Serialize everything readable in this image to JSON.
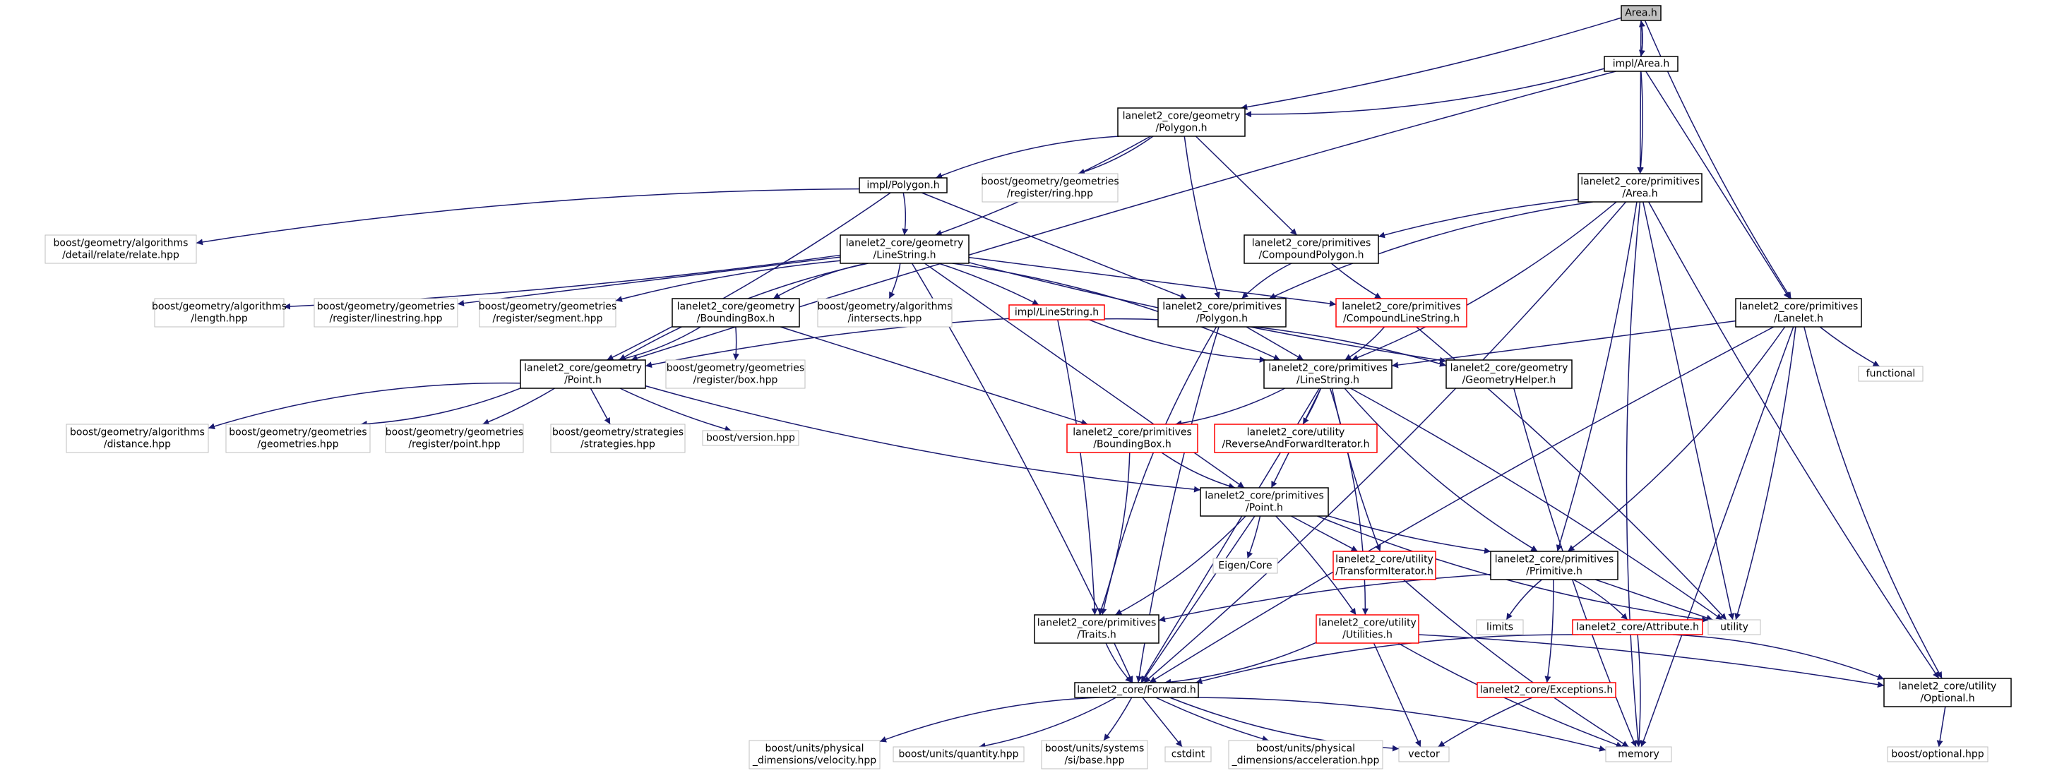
{
  "diagram": {
    "type": "include-dependency-graph",
    "colors": {
      "edge": "#191970",
      "root_fill": "#bfbfbf",
      "node_border": "#000000",
      "external_border": "#bfbfbf",
      "incomplete_border": "#ff0000"
    },
    "nodes": [
      {
        "id": "area_h",
        "lines": [
          "Area.h"
        ],
        "kind": "root"
      },
      {
        "id": "impl_area",
        "lines": [
          "impl/Area.h"
        ],
        "kind": "normal"
      },
      {
        "id": "geom_polygon",
        "lines": [
          "lanelet2_core/geometry",
          "/Polygon.h"
        ],
        "kind": "normal"
      },
      {
        "id": "prim_area",
        "lines": [
          "lanelet2_core/primitives",
          "/Area.h"
        ],
        "kind": "normal"
      },
      {
        "id": "impl_polygon",
        "lines": [
          "impl/Polygon.h"
        ],
        "kind": "normal"
      },
      {
        "id": "ring_hpp",
        "lines": [
          "boost/geometry/geometries",
          "/register/ring.hpp"
        ],
        "kind": "external"
      },
      {
        "id": "relate_hpp",
        "lines": [
          "boost/geometry/algorithms",
          "/detail/relate/relate.hpp"
        ],
        "kind": "external"
      },
      {
        "id": "geom_linestring",
        "lines": [
          "lanelet2_core/geometry",
          "/LineString.h"
        ],
        "kind": "normal"
      },
      {
        "id": "prim_compoundpolygon",
        "lines": [
          "lanelet2_core/primitives",
          "/CompoundPolygon.h"
        ],
        "kind": "normal"
      },
      {
        "id": "length_hpp",
        "lines": [
          "boost/geometry/algorithms",
          "/length.hpp"
        ],
        "kind": "external"
      },
      {
        "id": "linestring_hpp",
        "lines": [
          "boost/geometry/geometries",
          "/register/linestring.hpp"
        ],
        "kind": "external"
      },
      {
        "id": "segment_hpp",
        "lines": [
          "boost/geometry/geometries",
          "/register/segment.hpp"
        ],
        "kind": "external"
      },
      {
        "id": "geom_boundingbox",
        "lines": [
          "lanelet2_core/geometry",
          "/BoundingBox.h"
        ],
        "kind": "normal"
      },
      {
        "id": "intersects_hpp",
        "lines": [
          "boost/geometry/algorithms",
          "/intersects.hpp"
        ],
        "kind": "external"
      },
      {
        "id": "impl_linestring",
        "lines": [
          "impl/LineString.h"
        ],
        "kind": "incomplete"
      },
      {
        "id": "prim_polygon",
        "lines": [
          "lanelet2_core/primitives",
          "/Polygon.h"
        ],
        "kind": "normal"
      },
      {
        "id": "prim_compoundlinestring",
        "lines": [
          "lanelet2_core/primitives",
          "/CompoundLineString.h"
        ],
        "kind": "incomplete"
      },
      {
        "id": "prim_lanelet",
        "lines": [
          "lanelet2_core/primitives",
          "/Lanelet.h"
        ],
        "kind": "normal"
      },
      {
        "id": "geom_point",
        "lines": [
          "lanelet2_core/geometry",
          "/Point.h"
        ],
        "kind": "normal"
      },
      {
        "id": "box_hpp",
        "lines": [
          "boost/geometry/geometries",
          "/register/box.hpp"
        ],
        "kind": "external"
      },
      {
        "id": "prim_linestring",
        "lines": [
          "lanelet2_core/primitives",
          "/LineString.h"
        ],
        "kind": "normal"
      },
      {
        "id": "geom_geometryhelper",
        "lines": [
          "lanelet2_core/geometry",
          "/GeometryHelper.h"
        ],
        "kind": "normal"
      },
      {
        "id": "functional",
        "lines": [
          "functional"
        ],
        "kind": "external"
      },
      {
        "id": "distance_hpp",
        "lines": [
          "boost/geometry/algorithms",
          "/distance.hpp"
        ],
        "kind": "external"
      },
      {
        "id": "geometries_hpp",
        "lines": [
          "boost/geometry/geometries",
          "/geometries.hpp"
        ],
        "kind": "external"
      },
      {
        "id": "point_hpp",
        "lines": [
          "boost/geometry/geometries",
          "/register/point.hpp"
        ],
        "kind": "external"
      },
      {
        "id": "strategies_hpp",
        "lines": [
          "boost/geometry/strategies",
          "/strategies.hpp"
        ],
        "kind": "external"
      },
      {
        "id": "version_hpp",
        "lines": [
          "boost/version.hpp"
        ],
        "kind": "external"
      },
      {
        "id": "prim_boundingbox",
        "lines": [
          "lanelet2_core/primitives",
          "/BoundingBox.h"
        ],
        "kind": "incomplete"
      },
      {
        "id": "util_reverse",
        "lines": [
          "lanelet2_core/utility",
          "/ReverseAndForwardIterator.h"
        ],
        "kind": "incomplete"
      },
      {
        "id": "prim_point",
        "lines": [
          "lanelet2_core/primitives",
          "/Point.h"
        ],
        "kind": "normal"
      },
      {
        "id": "eigen_core",
        "lines": [
          "Eigen/Core"
        ],
        "kind": "external"
      },
      {
        "id": "util_transform",
        "lines": [
          "lanelet2_core/utility",
          "/TransformIterator.h"
        ],
        "kind": "incomplete"
      },
      {
        "id": "prim_primitive",
        "lines": [
          "lanelet2_core/primitives",
          "/Primitive.h"
        ],
        "kind": "normal"
      },
      {
        "id": "limits",
        "lines": [
          "limits"
        ],
        "kind": "external"
      },
      {
        "id": "utility",
        "lines": [
          "utility"
        ],
        "kind": "external"
      },
      {
        "id": "prim_traits",
        "lines": [
          "lanelet2_core/primitives",
          "/Traits.h"
        ],
        "kind": "normal"
      },
      {
        "id": "util_utilities",
        "lines": [
          "lanelet2_core/utility",
          "/Utilities.h"
        ],
        "kind": "incomplete"
      },
      {
        "id": "attribute_h",
        "lines": [
          "lanelet2_core/Attribute.h"
        ],
        "kind": "incomplete"
      },
      {
        "id": "util_optional",
        "lines": [
          "lanelet2_core/utility",
          "/Optional.h"
        ],
        "kind": "normal"
      },
      {
        "id": "forward_h",
        "lines": [
          "lanelet2_core/Forward.h"
        ],
        "kind": "normal"
      },
      {
        "id": "exceptions_h",
        "lines": [
          "lanelet2_core/Exceptions.h"
        ],
        "kind": "incomplete"
      },
      {
        "id": "velocity_hpp",
        "lines": [
          "boost/units/physical",
          "_dimensions/velocity.hpp"
        ],
        "kind": "external"
      },
      {
        "id": "quantity_hpp",
        "lines": [
          "boost/units/quantity.hpp"
        ],
        "kind": "external"
      },
      {
        "id": "si_base_hpp",
        "lines": [
          "boost/units/systems",
          "/si/base.hpp"
        ],
        "kind": "external"
      },
      {
        "id": "cstdint",
        "lines": [
          "cstdint"
        ],
        "kind": "external"
      },
      {
        "id": "acceleration_hpp",
        "lines": [
          "boost/units/physical",
          "_dimensions/acceleration.hpp"
        ],
        "kind": "external"
      },
      {
        "id": "vector",
        "lines": [
          "vector"
        ],
        "kind": "external"
      },
      {
        "id": "memory",
        "lines": [
          "memory"
        ],
        "kind": "external"
      },
      {
        "id": "optional_hpp",
        "lines": [
          "boost/optional.hpp"
        ],
        "kind": "external"
      }
    ],
    "edges": [
      [
        "area_h",
        "impl_area"
      ],
      [
        "area_h",
        "geom_polygon"
      ],
      [
        "area_h",
        "prim_area"
      ],
      [
        "area_h",
        "prim_lanelet"
      ],
      [
        "impl_area",
        "area_h"
      ],
      [
        "impl_area",
        "geom_polygon"
      ],
      [
        "impl_area",
        "prim_area"
      ],
      [
        "impl_area",
        "prim_lanelet"
      ],
      [
        "impl_area",
        "geom_point"
      ],
      [
        "geom_polygon",
        "impl_polygon"
      ],
      [
        "geom_polygon",
        "ring_hpp"
      ],
      [
        "geom_polygon",
        "geom_linestring"
      ],
      [
        "geom_polygon",
        "prim_compoundpolygon"
      ],
      [
        "geom_polygon",
        "prim_polygon"
      ],
      [
        "impl_polygon",
        "relate_hpp"
      ],
      [
        "impl_polygon",
        "geom_linestring"
      ],
      [
        "impl_polygon",
        "geom_point"
      ],
      [
        "impl_polygon",
        "prim_polygon"
      ],
      [
        "prim_area",
        "prim_compoundpolygon"
      ],
      [
        "prim_area",
        "prim_polygon"
      ],
      [
        "prim_area",
        "prim_linestring"
      ],
      [
        "prim_area",
        "prim_primitive"
      ],
      [
        "prim_area",
        "utility"
      ],
      [
        "prim_area",
        "util_optional"
      ],
      [
        "prim_area",
        "memory"
      ],
      [
        "prim_area",
        "forward_h"
      ],
      [
        "geom_linestring",
        "length_hpp"
      ],
      [
        "geom_linestring",
        "linestring_hpp"
      ],
      [
        "geom_linestring",
        "segment_hpp"
      ],
      [
        "geom_linestring",
        "geom_boundingbox"
      ],
      [
        "geom_linestring",
        "intersects_hpp"
      ],
      [
        "geom_linestring",
        "impl_linestring"
      ],
      [
        "geom_linestring",
        "prim_compoundlinestring"
      ],
      [
        "geom_linestring",
        "geom_geometryhelper"
      ],
      [
        "geom_linestring",
        "geom_point"
      ],
      [
        "geom_linestring",
        "prim_linestring"
      ],
      [
        "geom_linestring",
        "forward_h"
      ],
      [
        "geom_linestring",
        "prim_point"
      ],
      [
        "prim_compoundpolygon",
        "prim_compoundlinestring"
      ],
      [
        "prim_compoundpolygon",
        "prim_polygon"
      ],
      [
        "geom_boundingbox",
        "geom_point"
      ],
      [
        "geom_boundingbox",
        "box_hpp"
      ],
      [
        "geom_boundingbox",
        "prim_boundingbox"
      ],
      [
        "impl_linestring",
        "geom_point"
      ],
      [
        "impl_linestring",
        "prim_linestring"
      ],
      [
        "impl_linestring",
        "geom_geometryhelper"
      ],
      [
        "impl_linestring",
        "prim_traits"
      ],
      [
        "prim_polygon",
        "prim_linestring"
      ],
      [
        "prim_polygon",
        "forward_h"
      ],
      [
        "prim_polygon",
        "prim_traits"
      ],
      [
        "prim_compoundlinestring",
        "prim_linestring"
      ],
      [
        "prim_compoundlinestring",
        "utility"
      ],
      [
        "prim_lanelet",
        "prim_linestring"
      ],
      [
        "prim_lanelet",
        "functional"
      ],
      [
        "prim_lanelet",
        "util_optional"
      ],
      [
        "prim_lanelet",
        "prim_primitive"
      ],
      [
        "prim_lanelet",
        "utility"
      ],
      [
        "prim_lanelet",
        "memory"
      ],
      [
        "prim_lanelet",
        "forward_h"
      ],
      [
        "geom_point",
        "distance_hpp"
      ],
      [
        "geom_point",
        "geometries_hpp"
      ],
      [
        "geom_point",
        "point_hpp"
      ],
      [
        "geom_point",
        "strategies_hpp"
      ],
      [
        "geom_point",
        "version_hpp"
      ],
      [
        "geom_point",
        "prim_point"
      ],
      [
        "prim_linestring",
        "prim_boundingbox"
      ],
      [
        "prim_linestring",
        "util_reverse"
      ],
      [
        "prim_linestring",
        "prim_point"
      ],
      [
        "prim_linestring",
        "util_transform"
      ],
      [
        "prim_linestring",
        "prim_primitive"
      ],
      [
        "prim_linestring",
        "util_utilities"
      ],
      [
        "prim_linestring",
        "utility"
      ],
      [
        "prim_linestring",
        "forward_h"
      ],
      [
        "geom_geometryhelper",
        "memory"
      ],
      [
        "prim_boundingbox",
        "prim_point"
      ],
      [
        "prim_boundingbox",
        "prim_traits"
      ],
      [
        "prim_point",
        "eigen_core"
      ],
      [
        "prim_point",
        "util_transform"
      ],
      [
        "prim_point",
        "prim_primitive"
      ],
      [
        "prim_point",
        "utility"
      ],
      [
        "prim_point",
        "prim_traits"
      ],
      [
        "prim_point",
        "util_utilities"
      ],
      [
        "prim_point",
        "forward_h"
      ],
      [
        "util_transform",
        "memory"
      ],
      [
        "prim_primitive",
        "limits"
      ],
      [
        "prim_primitive",
        "attribute_h"
      ],
      [
        "prim_primitive",
        "exceptions_h"
      ],
      [
        "prim_primitive",
        "utility"
      ],
      [
        "prim_primitive",
        "prim_traits"
      ],
      [
        "prim_traits",
        "forward_h"
      ],
      [
        "util_utilities",
        "forward_h"
      ],
      [
        "util_utilities",
        "util_optional"
      ],
      [
        "util_utilities",
        "vector"
      ],
      [
        "util_utilities",
        "memory"
      ],
      [
        "attribute_h",
        "forward_h"
      ],
      [
        "attribute_h",
        "util_optional"
      ],
      [
        "attribute_h",
        "memory"
      ],
      [
        "util_optional",
        "optional_hpp"
      ],
      [
        "exceptions_h",
        "vector"
      ],
      [
        "forward_h",
        "velocity_hpp"
      ],
      [
        "forward_h",
        "quantity_hpp"
      ],
      [
        "forward_h",
        "si_base_hpp"
      ],
      [
        "forward_h",
        "cstdint"
      ],
      [
        "forward_h",
        "acceleration_hpp"
      ],
      [
        "forward_h",
        "vector"
      ],
      [
        "forward_h",
        "memory"
      ]
    ]
  }
}
